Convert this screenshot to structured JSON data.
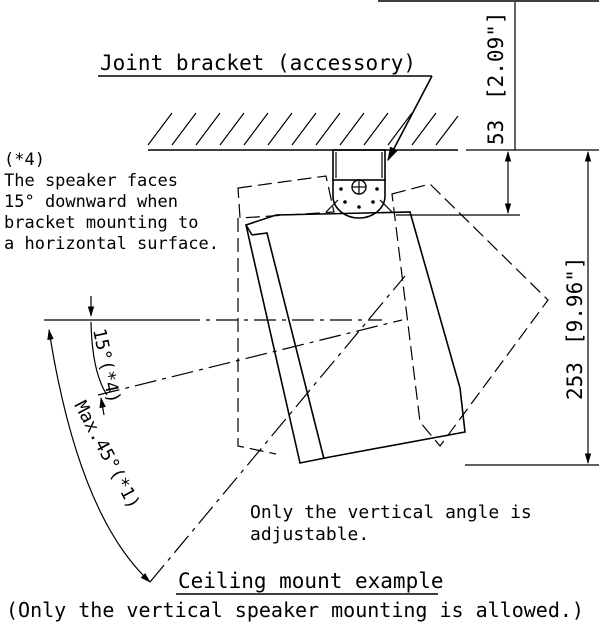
{
  "labels": {
    "joint_bracket": "Joint bracket (accessory)",
    "note_ref": "(*4)",
    "note_line1": "The speaker faces",
    "note_line2": "15° downward when",
    "note_line3": "bracket mounting to",
    "note_line4": "a horizontal surface.",
    "angle_15": "15°(*4)",
    "angle_max": "Max.45°(*1)",
    "adjust_line1": "Only the vertical angle is",
    "adjust_line2": "adjustable.",
    "caption": "Ceiling mount example",
    "subcaption": "(Only the vertical speaker mounting is allowed.)"
  },
  "dimensions": {
    "top_mm": "53",
    "top_in": "[2.09\"]",
    "total_mm": "253",
    "total_in": "[9.96\"]"
  }
}
